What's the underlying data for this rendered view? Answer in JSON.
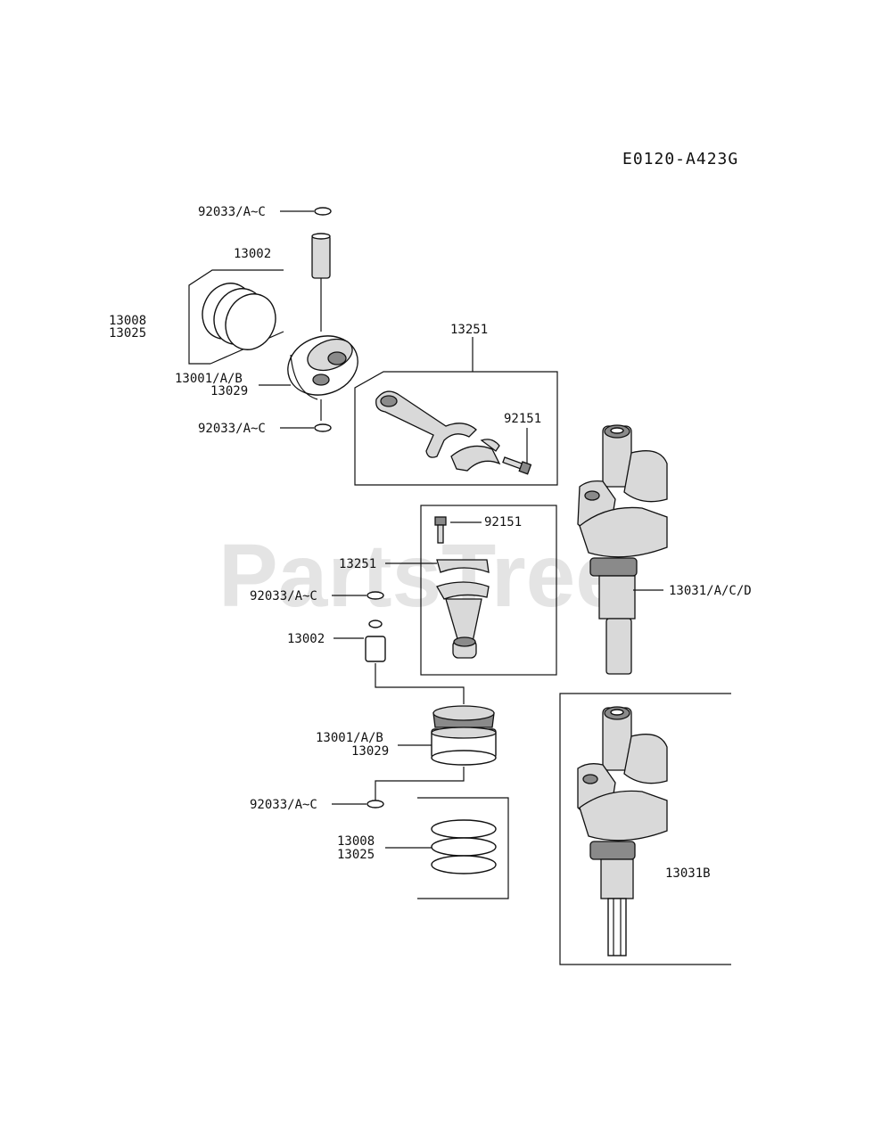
{
  "diagram_code": "E0120-A423G",
  "watermark": "PartsTree",
  "labels": {
    "snap_ring_top_1": "92033/A~C",
    "piston_pin_top": "13002",
    "ring_set_top_a": "13008",
    "ring_set_top_b": "13025",
    "piston_top_a": "13001/A/B",
    "piston_top_b": "13029",
    "snap_ring_top_2": "92033/A~C",
    "conrod_top": "13251",
    "bolt_top": "92151",
    "bolt_mid": "92151",
    "conrod_mid": "13251",
    "crankshaft_main": "13031/A/C/D",
    "snap_ring_bottom_1": "92033/A~C",
    "piston_pin_bottom": "13002",
    "piston_bottom_a": "13001/A/B",
    "piston_bottom_b": "13029",
    "snap_ring_bottom_2": "92033/A~C",
    "ring_set_bottom_a": "13008",
    "ring_set_bottom_b": "13025",
    "crankshaft_b": "13031B"
  }
}
